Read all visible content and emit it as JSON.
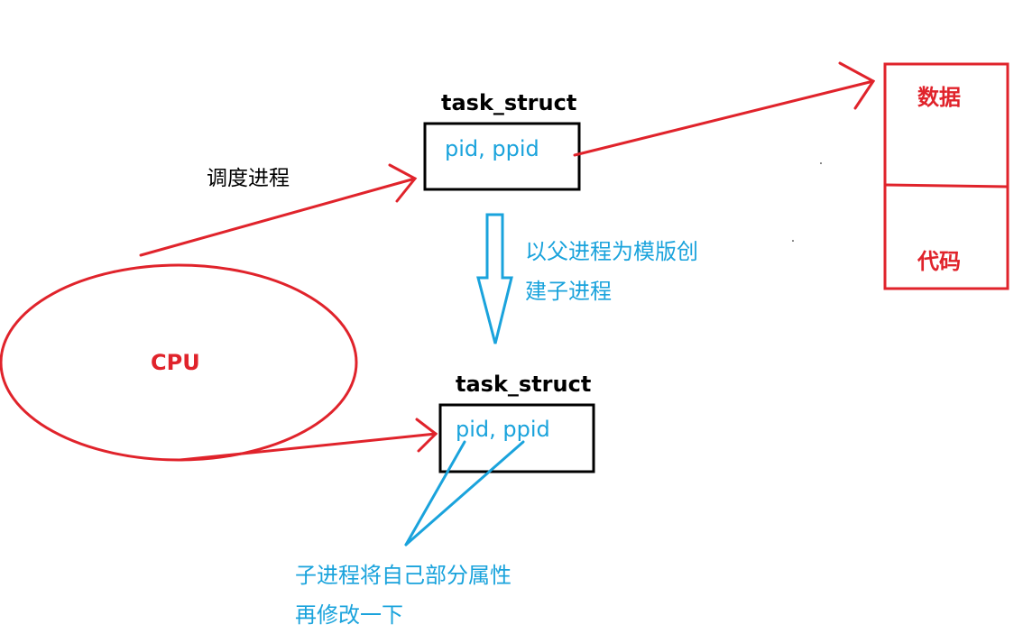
{
  "parent_struct": {
    "title": "task_struct",
    "fields": "pid, ppid"
  },
  "child_struct": {
    "title": "task_struct",
    "fields": "pid, ppid"
  },
  "schedule_label": "调度进程",
  "cpu_label": "CPU",
  "memory": {
    "data_label": "数据",
    "code_label": "代码"
  },
  "fork_note": {
    "line1": "以父进程为模版创",
    "line2": "建子进程"
  },
  "modify_note": {
    "line1": "子进程将自己部分属性",
    "line2": "再修改一下"
  },
  "colors": {
    "red": "#e0232b",
    "blue": "#1aa3dc",
    "black": "#000000"
  }
}
